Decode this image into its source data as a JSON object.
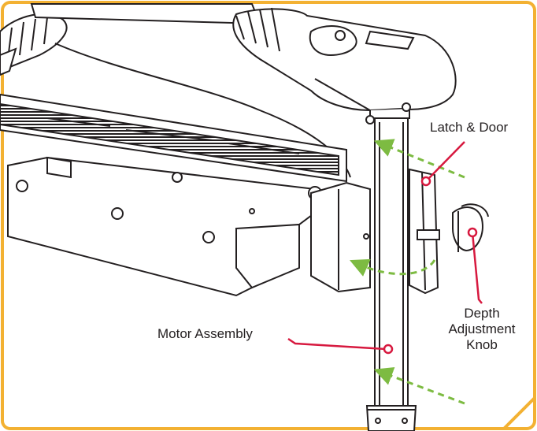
{
  "callouts": {
    "latch_door": "Latch & Door",
    "motor_assembly": "Motor Assembly",
    "depth_line1": "Depth",
    "depth_line2": "Adjustment",
    "depth_line3": "Knob"
  },
  "colors": {
    "frame_border": "#f3b132",
    "leader_line": "#d7193f",
    "arrow": "#7dbb42",
    "line_art": "#231f20",
    "head_fill": "#ffffff"
  }
}
